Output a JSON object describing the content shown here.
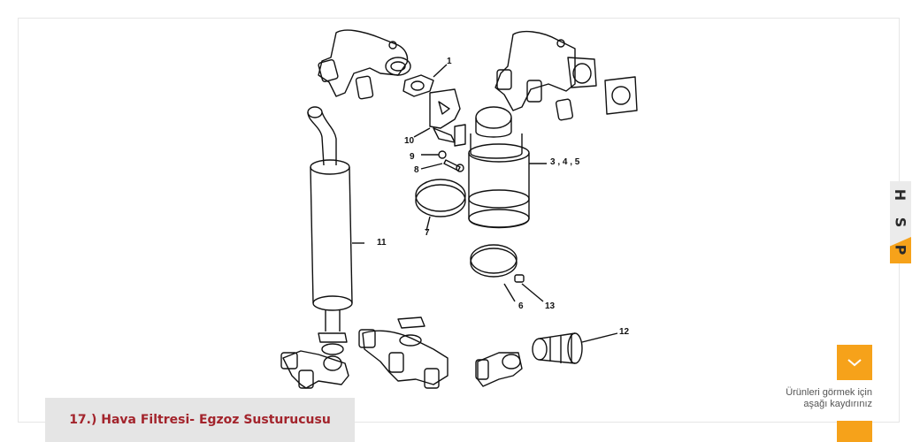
{
  "diagram": {
    "callouts": {
      "c1": "1",
      "c10": "10",
      "c9": "9",
      "c8": "8",
      "c345": "3 , 4 , 5",
      "c7": "7",
      "c11": "11",
      "c6": "6",
      "c13": "13",
      "c12": "12"
    }
  },
  "caption": {
    "title": "17.) Hava Filtresi- Egzoz Susturucusu"
  },
  "side_tab": {
    "letters": [
      "H",
      "S",
      "P"
    ]
  },
  "scroll": {
    "icon": "chevron-down-icon",
    "hint_line1": "Ürünleri görmek için",
    "hint_line2": "aşağı kaydırınız"
  },
  "colors": {
    "accent": "#f6a21a",
    "caption_text": "#a3242c",
    "caption_bg": "#e5e5e5"
  }
}
